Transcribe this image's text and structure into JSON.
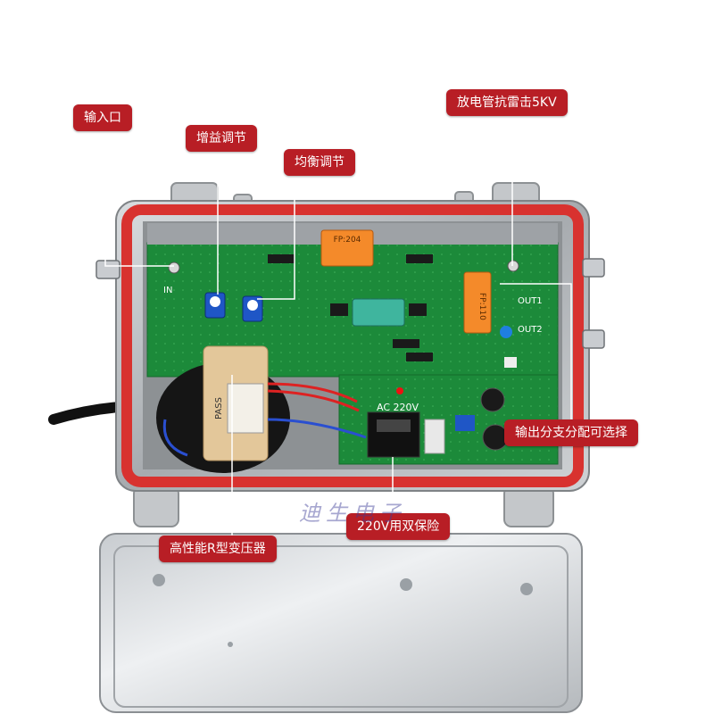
{
  "callouts": {
    "input_port": "输入口",
    "gain_adjust": "增益调节",
    "equalizer_adjust": "均衡调节",
    "surge_protection": "放电管抗雷击5KV",
    "output_split": "输出分支分配可选择",
    "transformer": "高性能R型变压器",
    "dual_fuse": "220V用双保险"
  },
  "board_marks": {
    "fp_left": "FP:204",
    "fp_right": "FP:110",
    "ac": "AC  220V",
    "out1": "OUT1",
    "out2": "OUT2",
    "in": "IN",
    "pass": "PASS"
  },
  "watermark": "迪生电子",
  "colors": {
    "callout_bg": "#b81e25",
    "pcb": "#1f8a3c",
    "gasket": "#d8322f",
    "housing": "#b9bcbf"
  }
}
